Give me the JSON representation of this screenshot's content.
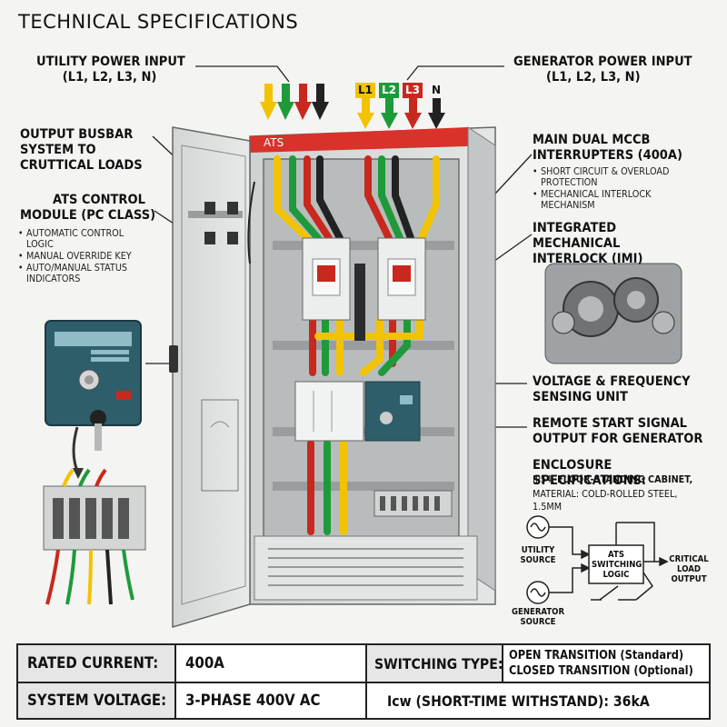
{
  "title": "TECHNICAL SPECIFICATIONS",
  "labels": {
    "utility_input": [
      "UTILITY POWER INPUT",
      "(L1, L2, L3, N)"
    ],
    "generator_input": [
      "GENERATOR POWER INPUT",
      "(L1, L2, L3, N)"
    ],
    "busbar": [
      "OUTPUT BUSBAR",
      "SYSTEM TO",
      "CRUTTICAL LOADS"
    ],
    "control_module": [
      "ATS CONTROL",
      "MODULE (PC CLASS)"
    ],
    "control_bullets": [
      "AUTOMATIC CONTROL LOGIC",
      "MANUAL OVERRIDE KEY",
      "AUTO/MANUAL STATUS INDICATORS"
    ],
    "mccb": [
      "MAIN DUAL MCCB",
      "INTERRUPTERS (400A)"
    ],
    "mccb_bullets": [
      "SHORT CIRCUIT & OVERLOAD PROTECTION",
      "MECHANICAL INTERLOCK MECHANISM"
    ],
    "interlock": [
      "INTEGRATED MECHANICAL",
      "INTERLOCK (IMI)"
    ],
    "sensing": [
      "VOLTAGE & FREQUENCY",
      "SENSING UNIT"
    ],
    "remote_start": [
      "REMOTE START SIGNAL",
      "OUTPUT FOR GENERATOR"
    ],
    "enclosure_title": "ENCLOSURE SPECIFICATIONS:",
    "enclosure_line1_a": "IP54, ",
    "enclosure_line1_b": "FLOOR-STANDING CABINET,",
    "enclosure_line2": "MATERIAL: COLD-ROLLED STEEL, 1.5MM"
  },
  "phase_tags": [
    "L1",
    "L2",
    "L3",
    "N"
  ],
  "cabinet_label": "ATS",
  "schematic": {
    "utility_source": [
      "UTILITY",
      "SOURCE"
    ],
    "generator_source": [
      "GENERATOR",
      "SOURCE"
    ],
    "logic": [
      "ATS",
      "SWITCHING",
      "LOGIC"
    ],
    "output": [
      "CRITICAL",
      "LOAD",
      "OUTPUT"
    ]
  },
  "specs": {
    "rated_current_label": "RATED CURRENT:",
    "rated_current_value": "400A",
    "system_voltage_label": "SYSTEM VOLTAGE:",
    "system_voltage_value": "3-PHASE 400V AC",
    "switching_type_label": "SWITCHING TYPE:",
    "switching_type_value_1": "OPEN TRANSITION (Standard)",
    "switching_type_value_2": "CLOSED TRANSITION (Optional)",
    "icw": "Icw (SHORT-TIME WITHSTAND): 36kA"
  },
  "colors": {
    "l1": "#f2c300",
    "l2": "#1e9a3a",
    "l3": "#c8281e",
    "n": "#222222",
    "cabinet_top": "#d8322a",
    "cabinet": "#d9dcdc"
  }
}
